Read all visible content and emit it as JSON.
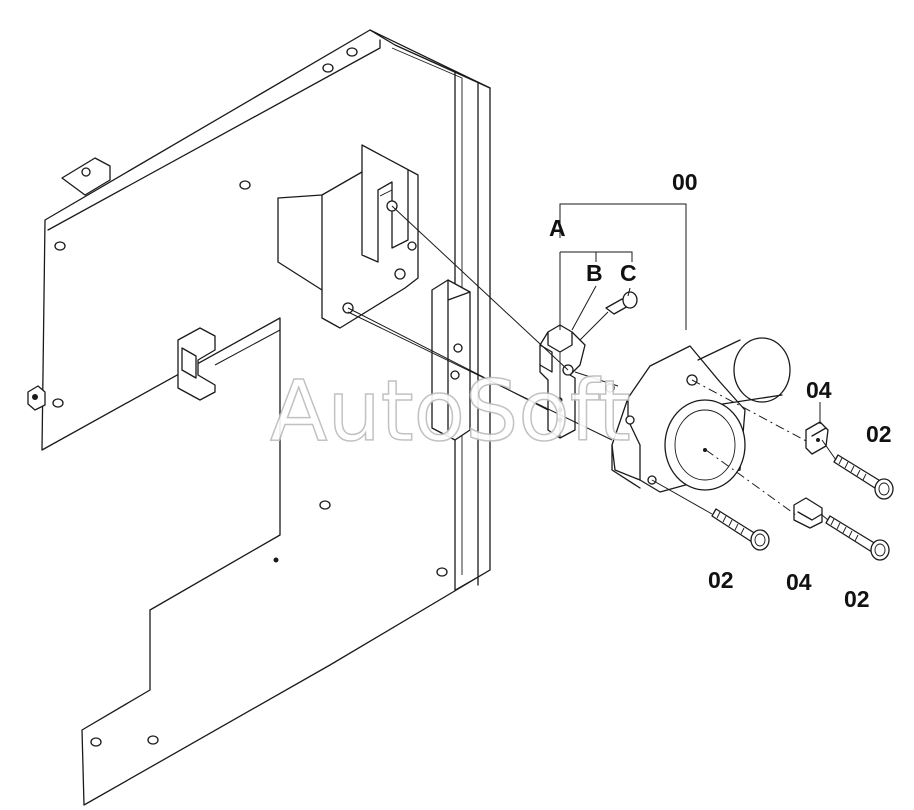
{
  "watermark": "AutoSoft",
  "callouts": {
    "assembly": "00",
    "a": "A",
    "b": "B",
    "c": "C",
    "clip_top": "04",
    "clip_bottom": "04",
    "bolt_right_top": "02",
    "bolt_right_bottom": "02",
    "bolt_left": "02"
  },
  "colors": {
    "line": "#1a1a1a",
    "background": "#ffffff",
    "watermark_outline": "#bcbcbc"
  }
}
